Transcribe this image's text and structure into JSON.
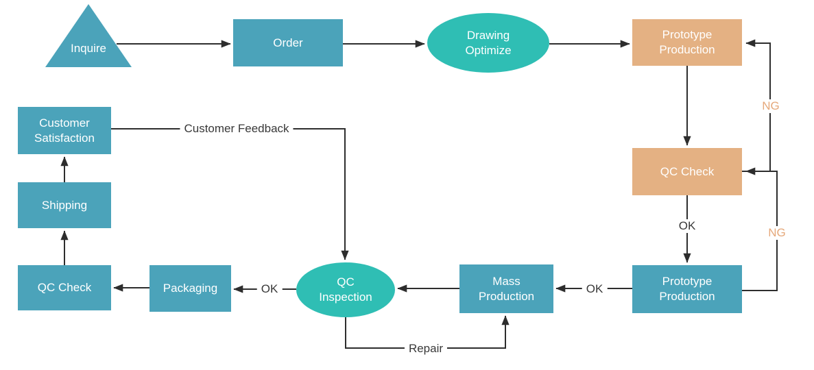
{
  "nodes": {
    "inquire": {
      "label": "Inquire"
    },
    "order": {
      "label": "Order"
    },
    "drawing_optimize": {
      "label": "Drawing\nOptimize"
    },
    "prototype_production_top": {
      "label": "Prototype\nProduction"
    },
    "qc_check_right": {
      "label": "QC Check"
    },
    "prototype_production_bottom": {
      "label": "Prototype\nProduction"
    },
    "mass_production": {
      "label": "Mass\nProduction"
    },
    "qc_inspection": {
      "label": "QC\nInspection"
    },
    "packaging": {
      "label": "Packaging"
    },
    "qc_check_left": {
      "label": "QC Check"
    },
    "shipping": {
      "label": "Shipping"
    },
    "customer_satisfaction": {
      "label": "Customer\nSatisfaction"
    }
  },
  "edge_labels": {
    "ok_qc_to_prototype": "OK",
    "ok_prototype_to_mass": "OK",
    "ok_inspection_to_packaging": "OK",
    "ng_top": "NG",
    "ng_bottom": "NG",
    "customer_feedback": "Customer Feedback",
    "repair": "Repair"
  },
  "colors": {
    "node_blue": "#4BA3BA",
    "node_teal": "#2FBEB4",
    "node_orange": "#E4B183",
    "node_text": "#FFFFFF",
    "connector": "#2D2D2D",
    "label_text": "#383838",
    "ng_text": "#E5A87A",
    "background": "#FFFFFF"
  }
}
